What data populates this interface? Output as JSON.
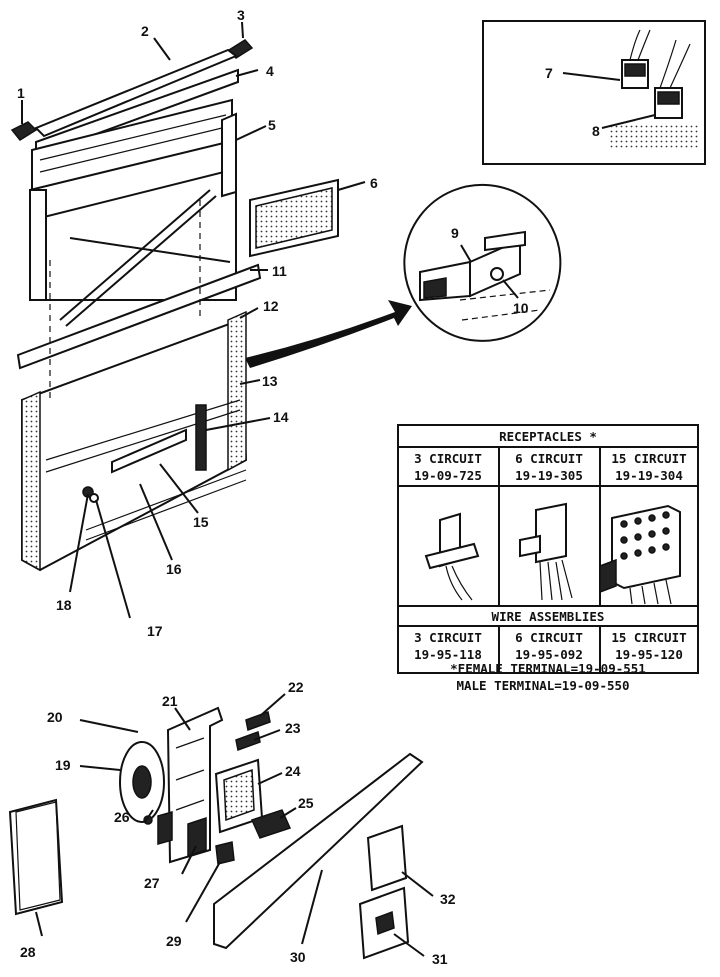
{
  "callouts": [
    {
      "id": "c1",
      "text": "1"
    },
    {
      "id": "c2",
      "text": "2"
    },
    {
      "id": "c3",
      "text": "3"
    },
    {
      "id": "c4",
      "text": "4"
    },
    {
      "id": "c5",
      "text": "5"
    },
    {
      "id": "c6",
      "text": "6"
    },
    {
      "id": "c7",
      "text": "7"
    },
    {
      "id": "c8",
      "text": "8"
    },
    {
      "id": "c9",
      "text": "9"
    },
    {
      "id": "c10",
      "text": "10"
    },
    {
      "id": "c11",
      "text": "11"
    },
    {
      "id": "c12",
      "text": "12"
    },
    {
      "id": "c13",
      "text": "13"
    },
    {
      "id": "c14",
      "text": "14"
    },
    {
      "id": "c15",
      "text": "15"
    },
    {
      "id": "c16",
      "text": "16"
    },
    {
      "id": "c17",
      "text": "17"
    },
    {
      "id": "c18",
      "text": "18"
    },
    {
      "id": "c19",
      "text": "19"
    },
    {
      "id": "c20",
      "text": "20"
    },
    {
      "id": "c21",
      "text": "21"
    },
    {
      "id": "c22",
      "text": "22"
    },
    {
      "id": "c23",
      "text": "23"
    },
    {
      "id": "c24",
      "text": "24"
    },
    {
      "id": "c25",
      "text": "25"
    },
    {
      "id": "c26",
      "text": "26"
    },
    {
      "id": "c27",
      "text": "27"
    },
    {
      "id": "c28",
      "text": "28"
    },
    {
      "id": "c29",
      "text": "29"
    },
    {
      "id": "c30",
      "text": "30"
    },
    {
      "id": "c31",
      "text": "31"
    },
    {
      "id": "c32",
      "text": "32"
    }
  ],
  "table": {
    "receptacles_title": "RECEPTACLES *",
    "receptacles": [
      {
        "circuit": "3 CIRCUIT",
        "part": "19-09-725"
      },
      {
        "circuit": "6 CIRCUIT",
        "part": "19-19-305"
      },
      {
        "circuit": "15 CIRCUIT",
        "part": "19-19-304"
      }
    ],
    "wire_title": "WIRE ASSEMBLIES",
    "wires": [
      {
        "circuit": "3 CIRCUIT",
        "part": "19-95-118"
      },
      {
        "circuit": "6 CIRCUIT",
        "part": "19-95-092"
      },
      {
        "circuit": "15 CIRCUIT",
        "part": "19-95-120"
      }
    ],
    "note_female": "*FEMALE TERMINAL=19-09-551",
    "note_male": "MALE TERMINAL=19-09-550"
  }
}
